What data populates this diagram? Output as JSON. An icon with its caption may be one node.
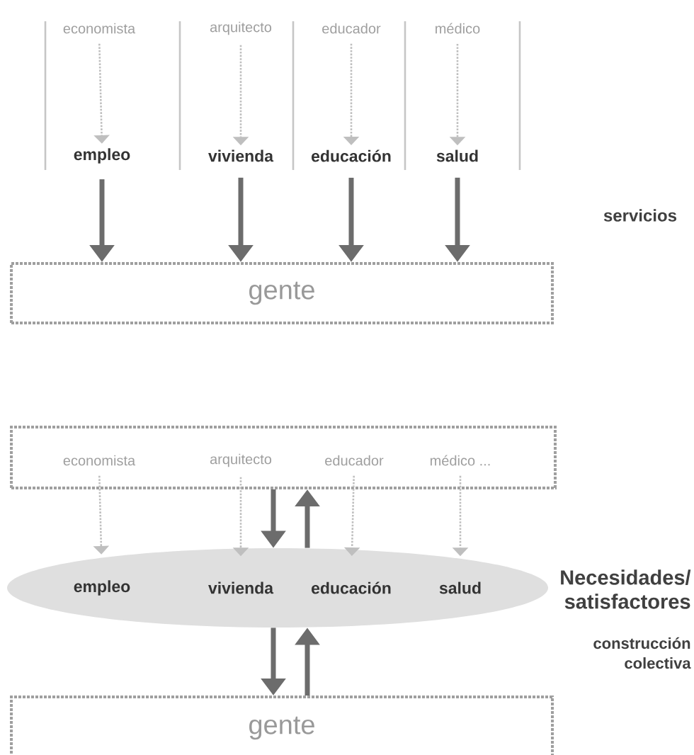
{
  "diagram": {
    "nodes": [
      {
        "text": [
          "economista"
        ]
      },
      {
        "text": [
          "arquitecto"
        ]
      },
      {
        "text": [
          "educador"
        ]
      },
      {
        "text": [
          "médico"
        ]
      },
      {
        "text": [
          "empleo"
        ]
      },
      {
        "text": [
          "vivienda"
        ]
      },
      {
        "text": [
          "educación"
        ]
      },
      {
        "text": [
          "salud"
        ]
      },
      {
        "text": [
          "gente"
        ]
      },
      {
        "text": [],
        "shape": "box"
      },
      {
        "text": [
          "economista"
        ],
        "in": 9
      },
      {
        "text": [
          "arquitecto"
        ],
        "in": 9
      },
      {
        "text": [
          "educador"
        ],
        "in": 9
      },
      {
        "text": [
          "médico ..."
        ],
        "in": 9
      },
      {
        "text": [],
        "shape": "ellipse"
      },
      {
        "text": [
          "empleo"
        ],
        "in": 14
      },
      {
        "text": [
          "vivienda"
        ],
        "in": 14
      },
      {
        "text": [
          "educación"
        ],
        "in": 14
      },
      {
        "text": [
          "salud"
        ],
        "in": 14
      },
      {
        "text": [
          "gente"
        ]
      }
    ],
    "edges": [
      {
        "from": 0,
        "to": 4,
        "arrow": "to",
        "style": "dashed"
      },
      {
        "from": 1,
        "to": 5,
        "arrow": "to",
        "style": "dashed"
      },
      {
        "from": 2,
        "to": 6,
        "arrow": "to",
        "style": "dashed"
      },
      {
        "from": 3,
        "to": 7,
        "arrow": "to",
        "style": "dashed"
      },
      {
        "from": 4,
        "to": 8,
        "arrow": "to",
        "style": "thick"
      },
      {
        "from": 5,
        "to": 8,
        "arrow": "to",
        "style": "thick"
      },
      {
        "from": 6,
        "to": 8,
        "arrow": "to",
        "style": "thick"
      },
      {
        "from": 7,
        "to": 8,
        "arrow": "to",
        "style": "thick"
      },
      {
        "from": 10,
        "to": 15,
        "arrow": "to",
        "style": "dashed"
      },
      {
        "from": 11,
        "to": 16,
        "arrow": "to",
        "style": "dashed"
      },
      {
        "from": 12,
        "to": 17,
        "arrow": "to",
        "style": "dashed"
      },
      {
        "from": 13,
        "to": 18,
        "arrow": "to",
        "style": "dashed"
      },
      {
        "from": 9,
        "to": 14,
        "arrow": "to",
        "style": "thick"
      },
      {
        "from": 14,
        "to": 9,
        "arrow": "to",
        "style": "thick"
      },
      {
        "from": 14,
        "to": 19,
        "arrow": "to",
        "style": "thick"
      },
      {
        "from": 19,
        "to": 14,
        "arrow": "to",
        "style": "thick"
      }
    ],
    "labels": [
      "servicios",
      "Necesidades/ satisfactores",
      "construcción colectiva"
    ]
  }
}
